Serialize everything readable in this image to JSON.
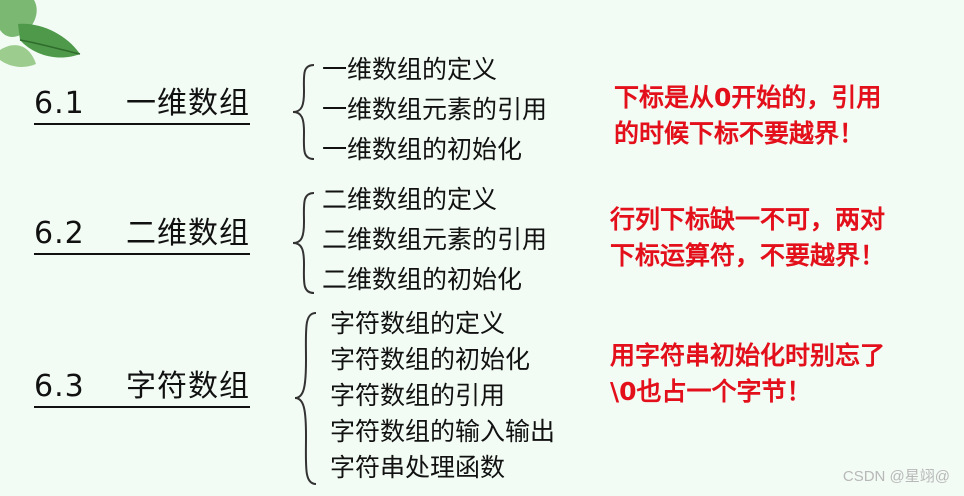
{
  "sections": [
    {
      "number": "6.1",
      "title": "一维数组",
      "items": [
        "一维数组的定义",
        "一维数组元素的引用",
        "一维数组的初始化"
      ],
      "note": [
        "下标是从0开始的，引用",
        "的时候下标不要越界！"
      ]
    },
    {
      "number": "6.2",
      "title": "二维数组",
      "items": [
        "二维数组的定义",
        "二维数组元素的引用",
        "二维数组的初始化"
      ],
      "note": [
        "行列下标缺一不可，两对",
        "下标运算符，不要越界！"
      ]
    },
    {
      "number": "6.3",
      "title": "字符数组",
      "items": [
        "字符数组的定义",
        "字符数组的初始化",
        "字符数组的引用",
        "字符数组的输入输出",
        "字符串处理函数"
      ],
      "note": [
        "用字符串初始化时别忘了",
        "\\0也占一个字节！"
      ]
    }
  ],
  "watermark": "CSDN @星翊@",
  "colors": {
    "note": "#e3101c",
    "background": "#f2fbf4",
    "leaf": "#4f9a4a"
  }
}
